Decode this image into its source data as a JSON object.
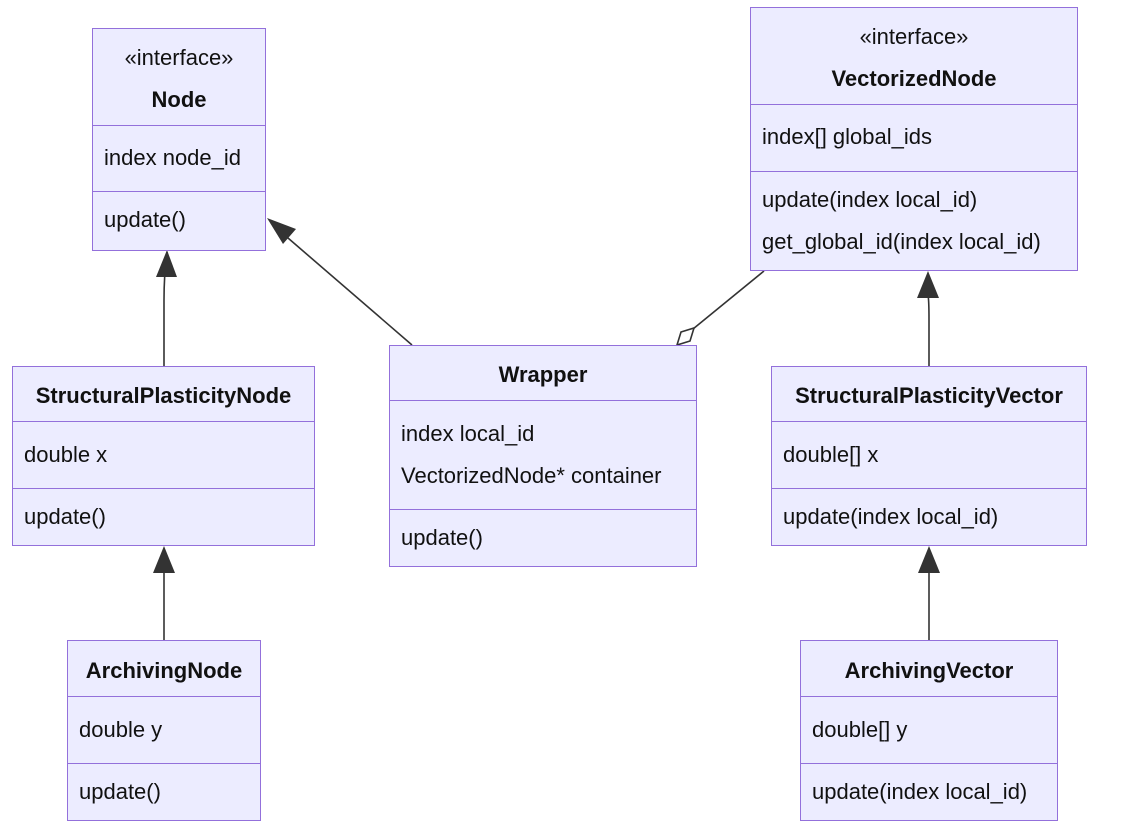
{
  "diagram": {
    "classes": {
      "node": {
        "stereotype": "«interface»",
        "name": "Node",
        "attributes": [
          "index node_id"
        ],
        "methods": [
          "update()"
        ]
      },
      "vectorized_node": {
        "stereotype": "«interface»",
        "name": "VectorizedNode",
        "attributes": [
          "index[] global_ids"
        ],
        "methods": [
          "update(index local_id)",
          "get_global_id(index local_id)"
        ]
      },
      "structural_plasticity_node": {
        "name": "StructuralPlasticityNode",
        "attributes": [
          "double x"
        ],
        "methods": [
          "update()"
        ]
      },
      "wrapper": {
        "name": "Wrapper",
        "attributes": [
          "index local_id",
          "VectorizedNode* container"
        ],
        "methods": [
          "update()"
        ]
      },
      "structural_plasticity_vector": {
        "name": "StructuralPlasticityVector",
        "attributes": [
          "double[] x"
        ],
        "methods": [
          "update(index local_id)"
        ]
      },
      "archiving_node": {
        "name": "ArchivingNode",
        "attributes": [
          "double y"
        ],
        "methods": [
          "update()"
        ]
      },
      "archiving_vector": {
        "name": "ArchivingVector",
        "attributes": [
          "double[] y"
        ],
        "methods": [
          "update(index local_id)"
        ]
      }
    },
    "relations": [
      {
        "from": "StructuralPlasticityNode",
        "to": "Node",
        "type": "inheritance"
      },
      {
        "from": "Wrapper",
        "to": "Node",
        "type": "inheritance"
      },
      {
        "from": "ArchivingNode",
        "to": "StructuralPlasticityNode",
        "type": "inheritance"
      },
      {
        "from": "StructuralPlasticityVector",
        "to": "VectorizedNode",
        "type": "inheritance"
      },
      {
        "from": "ArchivingVector",
        "to": "StructuralPlasticityVector",
        "type": "inheritance"
      },
      {
        "from": "Wrapper",
        "to": "VectorizedNode",
        "type": "aggregation"
      }
    ],
    "colors": {
      "box_fill": "#ECECFF",
      "box_border": "#9370DB",
      "edge": "#333333"
    }
  }
}
